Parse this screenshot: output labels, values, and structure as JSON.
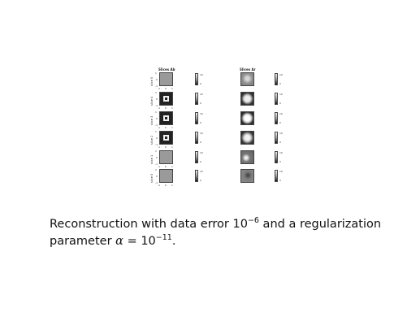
{
  "figure": {
    "left_title": "Slices Ab",
    "right_title": "Slices Ar",
    "row_labels": [
      "slice 5",
      "slice 4",
      "slice 3",
      "slice 2",
      "slice 1",
      "slice 0"
    ],
    "axis_ticks": [
      "-1",
      "0",
      "1"
    ],
    "colorbar_ticks": [
      "10",
      "0"
    ],
    "panel_colors": {
      "flat_gray": "#9a9a9a",
      "dark_bg": "#222222",
      "bright": "#f0f0f0"
    }
  },
  "caption": {
    "text_1": "Reconstruction with data error 10",
    "exp_1": "−6",
    "text_2": " and a regularization",
    "text_3": "parameter ",
    "alpha": "α",
    "text_4": " = 10",
    "exp_2": "−11",
    "text_5": "."
  }
}
